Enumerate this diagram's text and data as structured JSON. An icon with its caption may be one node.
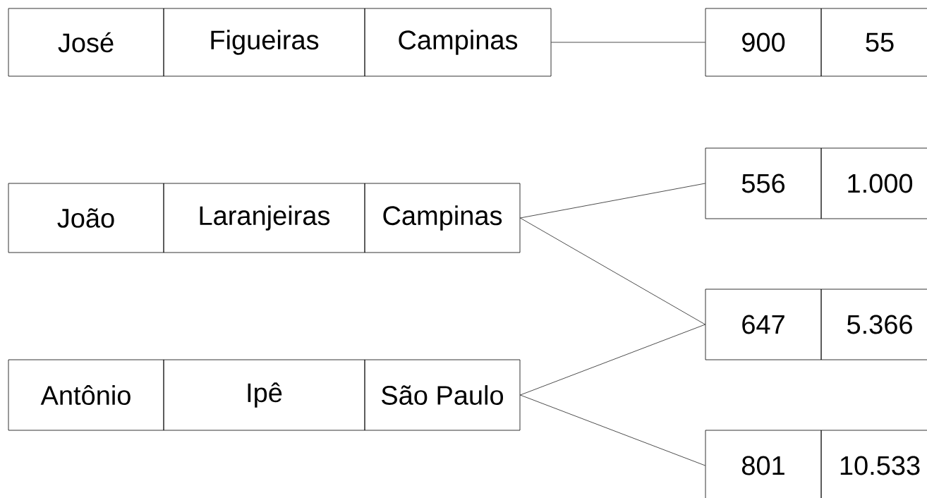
{
  "diagram": {
    "nodes": [
      {
        "text": [
          "José"
        ]
      },
      {
        "text": [
          "Figueiras"
        ]
      },
      {
        "text": [
          "Campinas"
        ]
      },
      {
        "text": [
          "900"
        ]
      },
      {
        "text": [
          "55"
        ]
      },
      {
        "text": [
          "João"
        ]
      },
      {
        "text": [
          "Laranjeiras"
        ]
      },
      {
        "text": [
          "Campinas"
        ]
      },
      {
        "text": [
          "556"
        ]
      },
      {
        "text": [
          "1.000"
        ]
      },
      {
        "text": [
          "647"
        ]
      },
      {
        "text": [
          "5.366"
        ]
      },
      {
        "text": [
          "Antônio"
        ]
      },
      {
        "text": [
          "Ipê"
        ]
      },
      {
        "text": [
          "São Paulo"
        ]
      },
      {
        "text": [
          "801"
        ]
      },
      {
        "text": [
          "10.533"
        ]
      }
    ],
    "edges": [
      {
        "from": 2,
        "to": 3,
        "arrow": "none"
      },
      {
        "from": 7,
        "to": 8,
        "arrow": "none"
      },
      {
        "from": 7,
        "to": 10,
        "arrow": "none"
      },
      {
        "from": 14,
        "to": 10,
        "arrow": "none"
      },
      {
        "from": 14,
        "to": 15,
        "arrow": "none"
      }
    ]
  }
}
